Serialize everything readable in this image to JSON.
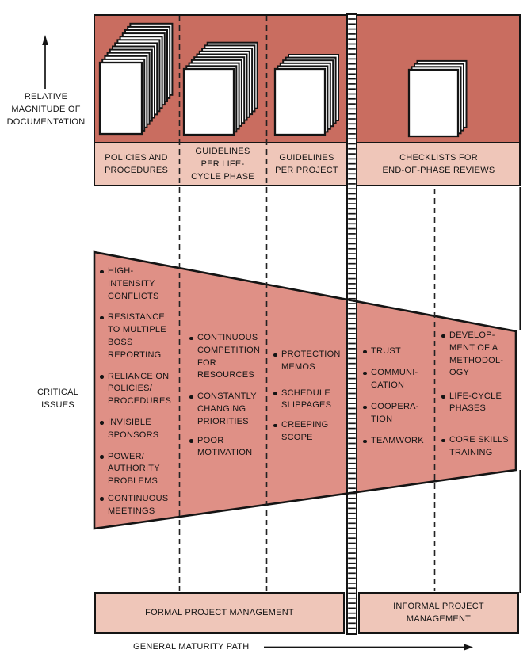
{
  "colors": {
    "band_dark": "#c96d60",
    "band_light": "#efc6b9",
    "polygon": "#df9086",
    "ink": "#141414"
  },
  "left_labels": {
    "doc_axis": "RELATIVE\nMAGNITUDE OF\nDOCUMENTATION",
    "critical": "CRITICAL\nISSUES"
  },
  "doc_bands": {
    "cells": [
      {
        "label": "POLICIES AND\nPROCEDURES",
        "icon": "document-stack-icon",
        "sheets": 13
      },
      {
        "label": "GUIDELINES\nPER LIFE-\nCYCLE PHASE",
        "icon": "document-stack-icon",
        "sheets": 10
      },
      {
        "label": "GUIDELINES\nPER PROJECT",
        "icon": "document-stack-icon",
        "sheets": 6
      },
      {
        "label": "CHECKLISTS FOR\nEND-OF-PHASE REVIEWS",
        "icon": "document-stack-icon",
        "sheets": 4
      }
    ]
  },
  "columns": [
    {
      "items": [
        "HIGH-\nINTENSITY\nCONFLICTS",
        "RESISTANCE\nTO MULTIPLE\nBOSS\nREPORTING",
        "RELIANCE ON\nPOLICIES/\nPROCEDURES",
        "INVISIBLE\nSPONSORS",
        "POWER/\nAUTHORITY\nPROBLEMS",
        "CONTINUOUS\nMEETINGS"
      ]
    },
    {
      "items": [
        "CONTINUOUS\nCOMPETITION\nFOR\nRESOURCES",
        "CONSTANTLY\nCHANGING\nPRIORITIES",
        "POOR\nMOTIVATION"
      ]
    },
    {
      "items": [
        "PROTECTION\nMEMOS",
        "SCHEDULE\nSLIPPAGES",
        "CREEPING\nSCOPE"
      ]
    },
    {
      "items": [
        "TRUST",
        "COMMUNI-\nCATION",
        "COOPERA-\nTION",
        "TEAMWORK"
      ]
    },
    {
      "items": [
        "DEVELOP-\nMENT OF A\nMETHODOL-\nOGY",
        "LIFE-CYCLE\nPHASES",
        "CORE SKILLS\nTRAINING"
      ]
    }
  ],
  "bottom": {
    "formal": "FORMAL PROJECT MANAGEMENT",
    "informal": "INFORMAL PROJECT\nMANAGEMENT",
    "maturity": "GENERAL MATURITY PATH"
  }
}
